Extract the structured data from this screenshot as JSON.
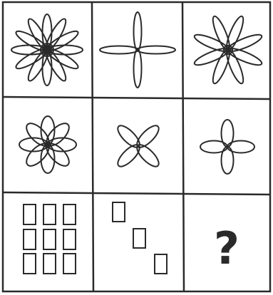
{
  "puzzle": {
    "question_mark": "?"
  },
  "colors": {
    "ink": "#2a2a2a",
    "paper": "#ffffff"
  },
  "cells": [
    {
      "row": 1,
      "col": 1,
      "figure": "flower",
      "petals": 12,
      "center": "ring"
    },
    {
      "row": 1,
      "col": 2,
      "figure": "flower",
      "petals": 4,
      "center": "none"
    },
    {
      "row": 1,
      "col": 3,
      "figure": "flower",
      "petals": 8,
      "center": "ring"
    },
    {
      "row": 2,
      "col": 1,
      "figure": "flower",
      "petals": 8,
      "center": "dot"
    },
    {
      "row": 2,
      "col": 2,
      "figure": "flower",
      "petals": 4,
      "center": "none"
    },
    {
      "row": 2,
      "col": 3,
      "figure": "flower",
      "petals": 4,
      "center": "none"
    },
    {
      "row": 3,
      "col": 1,
      "figure": "rectangles",
      "count": 9,
      "arrangement": "3x3 grid"
    },
    {
      "row": 3,
      "col": 2,
      "figure": "rectangles",
      "count": 3,
      "arrangement": "diagonal"
    },
    {
      "row": 3,
      "col": 3,
      "figure": "unknown"
    }
  ]
}
